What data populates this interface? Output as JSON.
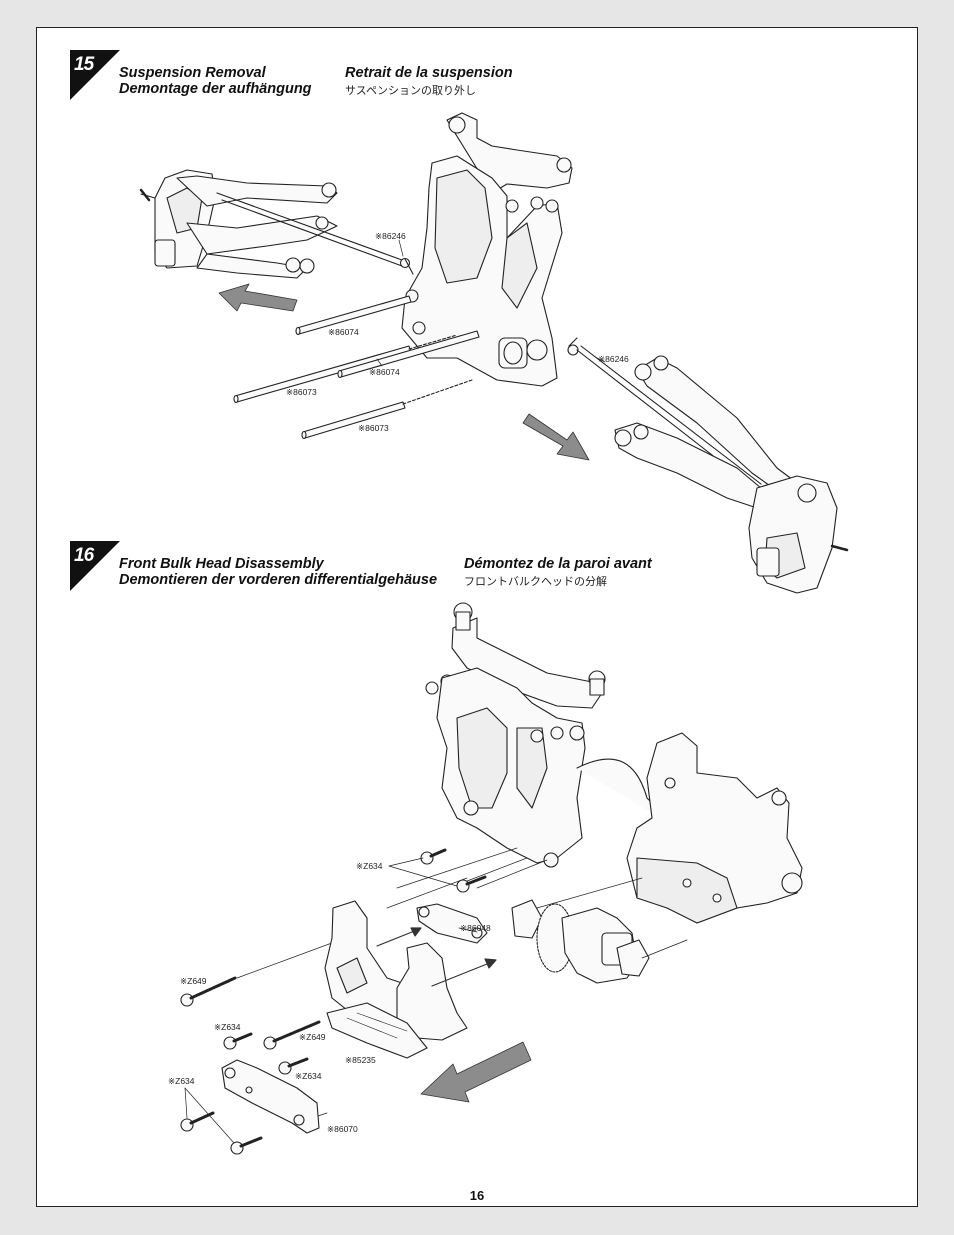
{
  "step15": {
    "number": "15",
    "title_en": "Suspension Removal",
    "title_de": "Demontage der aufhängung",
    "title_fr": "Retrait de la suspension",
    "title_jp": "サスペンションの取り外し",
    "labels": {
      "p86246_a": "※86246",
      "p86074_a": "※86074",
      "p86074_b": "※86074",
      "p86073_a": "※86073",
      "p86073_b": "※86073",
      "p86246_b": "※86246"
    }
  },
  "step16": {
    "number": "16",
    "title_en": "Front Bulk Head Disassembly",
    "title_de": "Demontieren der vorderen differentialgehäuse",
    "title_fr": "Démontez de la paroi avant",
    "title_jp": "フロントバルクヘッドの分解",
    "labels": {
      "z634_a": "※Z634",
      "p86048": "※86048",
      "z649_a": "※Z649",
      "z634_b": "※Z634",
      "z649_b": "※Z649",
      "p85235": "※85235",
      "z634_c": "※Z634",
      "z634_d": "※Z634",
      "p86070": "※86070"
    }
  },
  "page_number": "16"
}
